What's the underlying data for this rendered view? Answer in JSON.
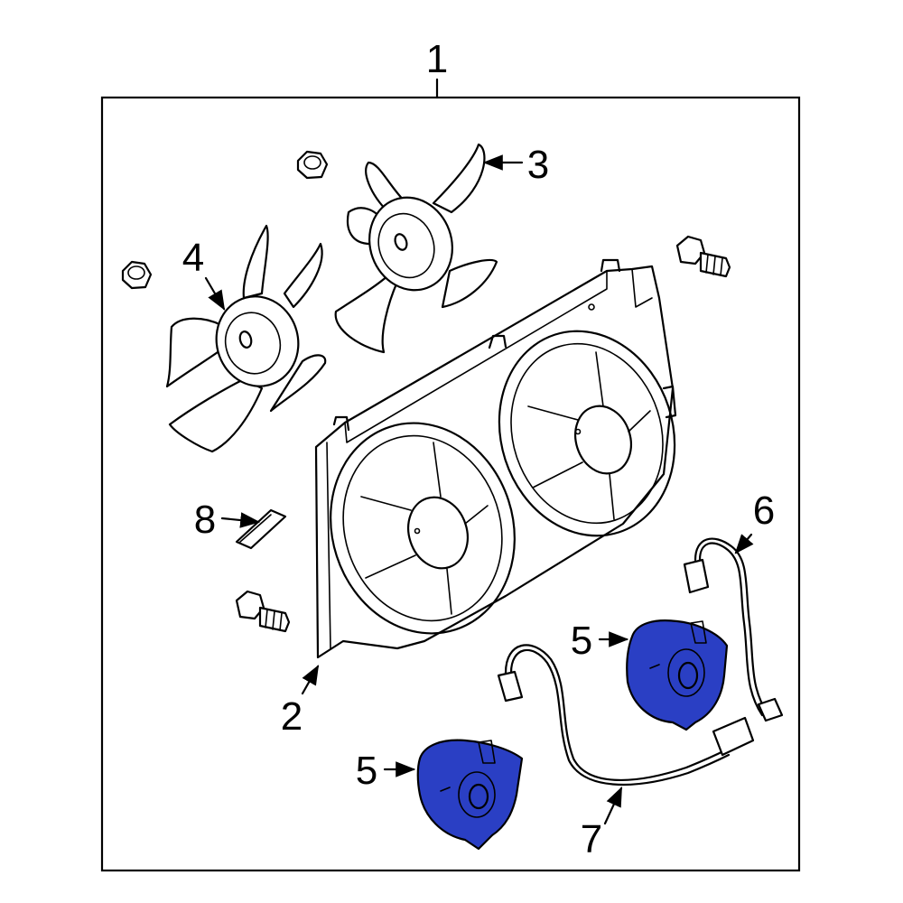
{
  "colors": {
    "highlight": "#2a3fc4",
    "highlight_dark": "#1a2a96",
    "line": "#000000",
    "background": "#ffffff"
  },
  "callouts": {
    "assembly": "1",
    "shroud": "2",
    "fan_right": "3",
    "fan_left": "4",
    "motor_upper": "5",
    "motor_lower": "5",
    "harness_upper": "6",
    "harness_lower": "7",
    "seal": "8"
  }
}
